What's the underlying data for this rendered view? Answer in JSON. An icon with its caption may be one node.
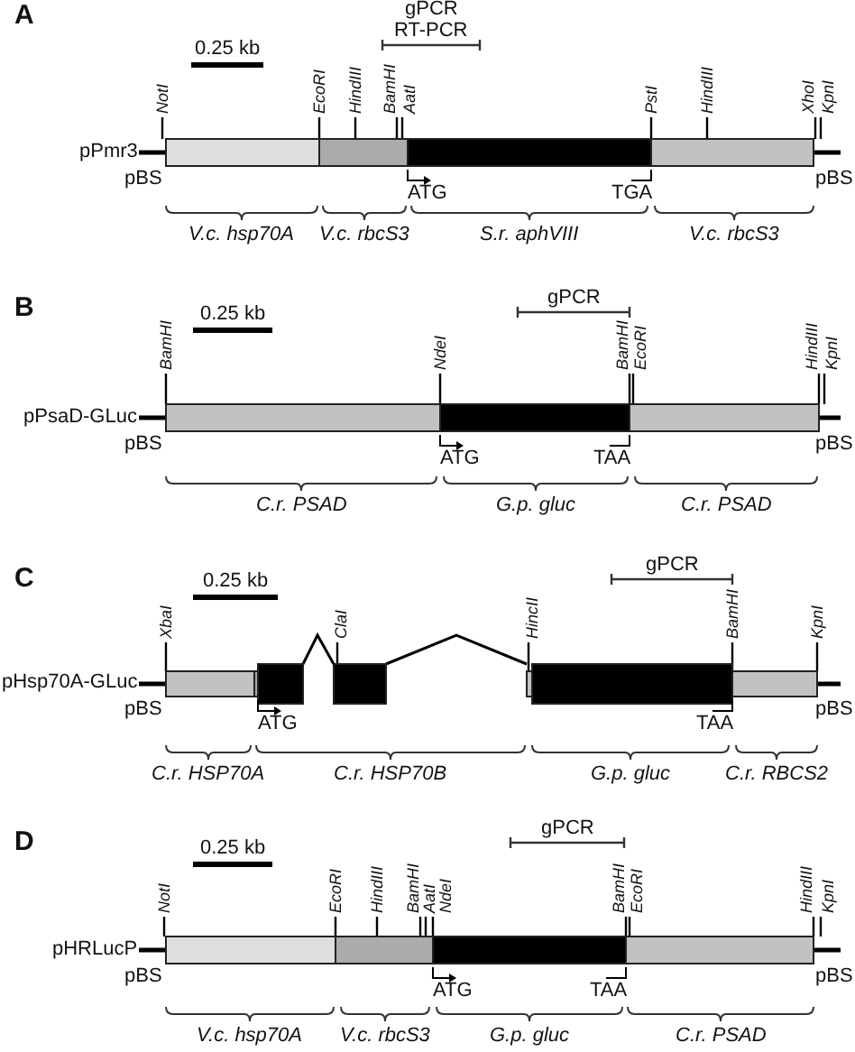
{
  "diagram": {
    "labels": [
      "A",
      "gPCR",
      "RT-PCR",
      "0.25 kb",
      "NotI",
      "EcoRI",
      "HindIII",
      "BamHI",
      "AatI",
      "PstI",
      "HindIII",
      "XhoI",
      "KpnI",
      "pPmr3",
      "pBS",
      "pBS",
      "ATG",
      "TGA",
      "V.c. hsp70A",
      "V.c. rbcS3",
      "S.r. aphVIII",
      "V.c. rbcS3",
      "B",
      "gPCR",
      "0.25 kb",
      "BamHI",
      "NdeI",
      "BamHI",
      "EcoRI",
      "HindIII",
      "KpnI",
      "pPsaD-GLuc",
      "pBS",
      "pBS",
      "ATG",
      "TAA",
      "C.r. PSAD",
      "G.p. gluc",
      "C.r. PSAD",
      "C",
      "gPCR",
      "0.25 kb",
      "XbaI",
      "ClaI",
      "HincII",
      "BamHI",
      "KpnI",
      "pHsp70A-GLuc",
      "pBS",
      "pBS",
      "ATG",
      "TAA",
      "C.r. HSP70A",
      "C.r. HSP70B",
      "G.p. gluc",
      "C.r. RBCS2",
      "D",
      "gPCR",
      "0.25 kb",
      "NotI",
      "EcoRI",
      "HindIII",
      "BamHI",
      "AatI",
      "NdeI",
      "BamHI",
      "EcoRI",
      "HindIII",
      "KpnI",
      "pHRLucP",
      "pBS",
      "pBS",
      "ATG",
      "TAA",
      "V.c. hsp70A",
      "V.c. rbcS3",
      "G.p. gluc",
      "C.r. PSAD"
    ]
  }
}
